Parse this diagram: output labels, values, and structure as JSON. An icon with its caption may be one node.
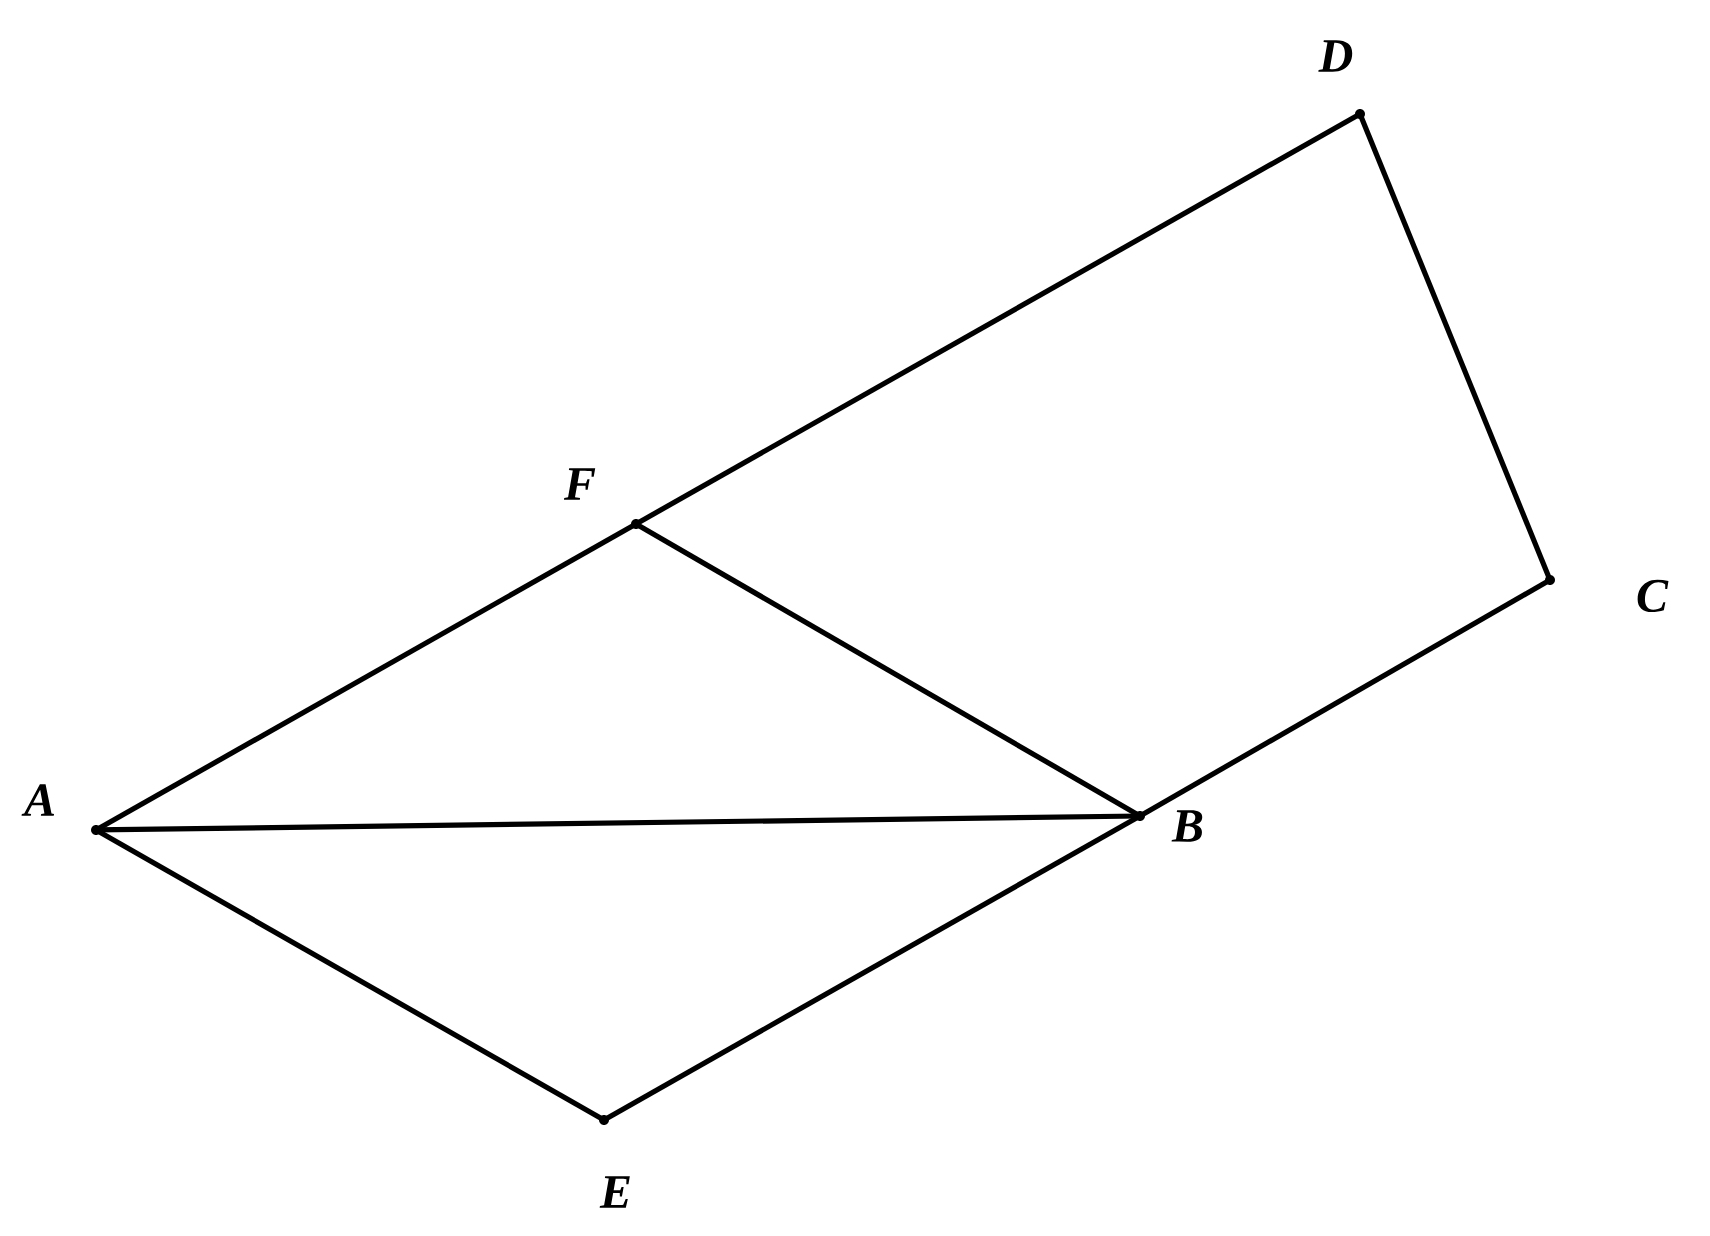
{
  "diagram": {
    "nodes": [
      {
        "text": [
          "A"
        ]
      },
      {
        "text": [
          "B"
        ]
      },
      {
        "text": [
          "C"
        ]
      },
      {
        "text": [
          "D"
        ]
      },
      {
        "text": [
          "E"
        ]
      },
      {
        "text": [
          "F"
        ]
      }
    ],
    "edges": [
      {
        "from": 0,
        "to": 5,
        "arrow": "none"
      },
      {
        "from": 5,
        "to": 3,
        "arrow": "none"
      },
      {
        "from": 3,
        "to": 2,
        "arrow": "none"
      },
      {
        "from": 2,
        "to": 1,
        "arrow": "none"
      },
      {
        "from": 1,
        "to": 5,
        "arrow": "none"
      },
      {
        "from": 0,
        "to": 1,
        "arrow": "none"
      },
      {
        "from": 0,
        "to": 4,
        "arrow": "none"
      },
      {
        "from": 4,
        "to": 1,
        "arrow": "none"
      }
    ]
  }
}
